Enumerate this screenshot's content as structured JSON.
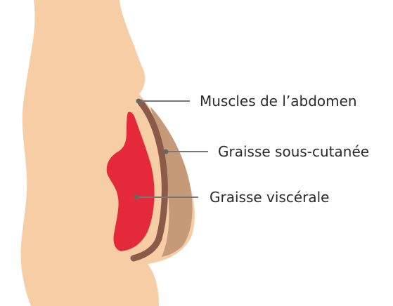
{
  "labels": {
    "abdominal_muscles": "Muscles de l’abdomen",
    "subcutaneous_fat": "Graisse sous-cutanée",
    "visceral_fat": "Graisse viscérale"
  },
  "colors": {
    "skin": "#f7cda6",
    "subcutaneous_fat": "#c59a78",
    "muscle": "#8b5a48",
    "visceral_fat": "#e3293a",
    "leader_line": "#777777",
    "leader_dot": "#666666",
    "text": "#2b2b2b"
  }
}
